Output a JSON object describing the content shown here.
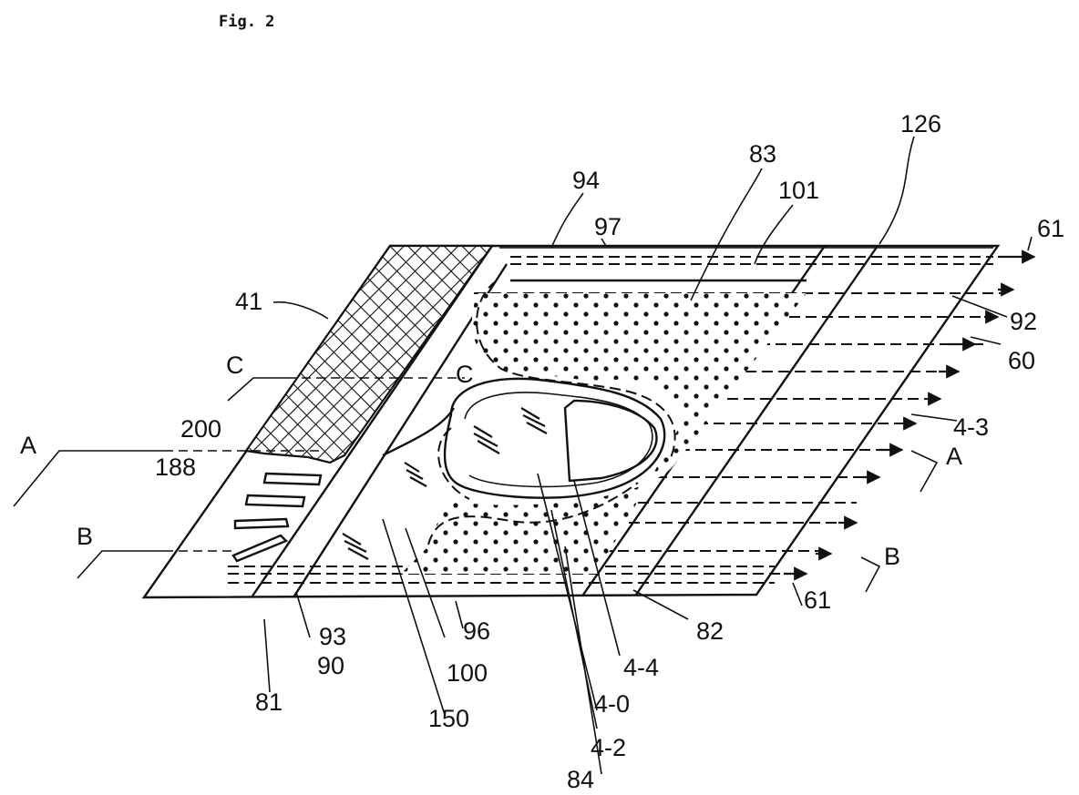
{
  "figure": {
    "title": "Fig. 2"
  },
  "labels": {
    "l126": "126",
    "l83": "83",
    "l94": "94",
    "l101": "101",
    "l97": "97",
    "l61a": "61",
    "l41": "41",
    "l92": "92",
    "l60": "60",
    "lC1": "C",
    "lC2": "C",
    "l200": "200",
    "l188": "188",
    "lA1": "A",
    "lA2": "A",
    "lB1": "B",
    "lB2": "B",
    "l43": "4-3",
    "l93": "93",
    "l90": "90",
    "l96": "96",
    "l100": "100",
    "l44": "4-4",
    "l82": "82",
    "l61b": "61",
    "l81": "81",
    "l150": "150",
    "l40": "4-0",
    "l42": "4-2",
    "l84": "84"
  }
}
